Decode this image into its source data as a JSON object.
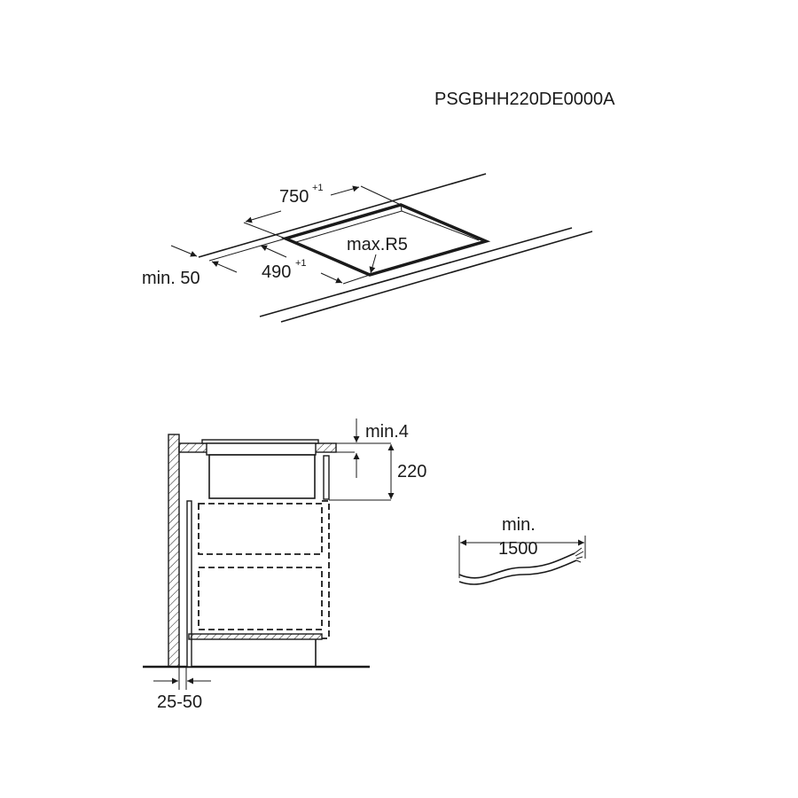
{
  "model_code": "PSGBHH220DE0000A",
  "top_view": {
    "width_label": "750",
    "width_tolerance": "+1",
    "depth_label": "490",
    "depth_tolerance": "+1",
    "radius_label": "max.R5",
    "edge_distance_label": "min. 50"
  },
  "side_view": {
    "gap_label": "min.4",
    "height_label": "220",
    "wall_distance_label": "25-50"
  },
  "cable": {
    "length_label_line1": "min.",
    "length_label_line2": "1500"
  }
}
